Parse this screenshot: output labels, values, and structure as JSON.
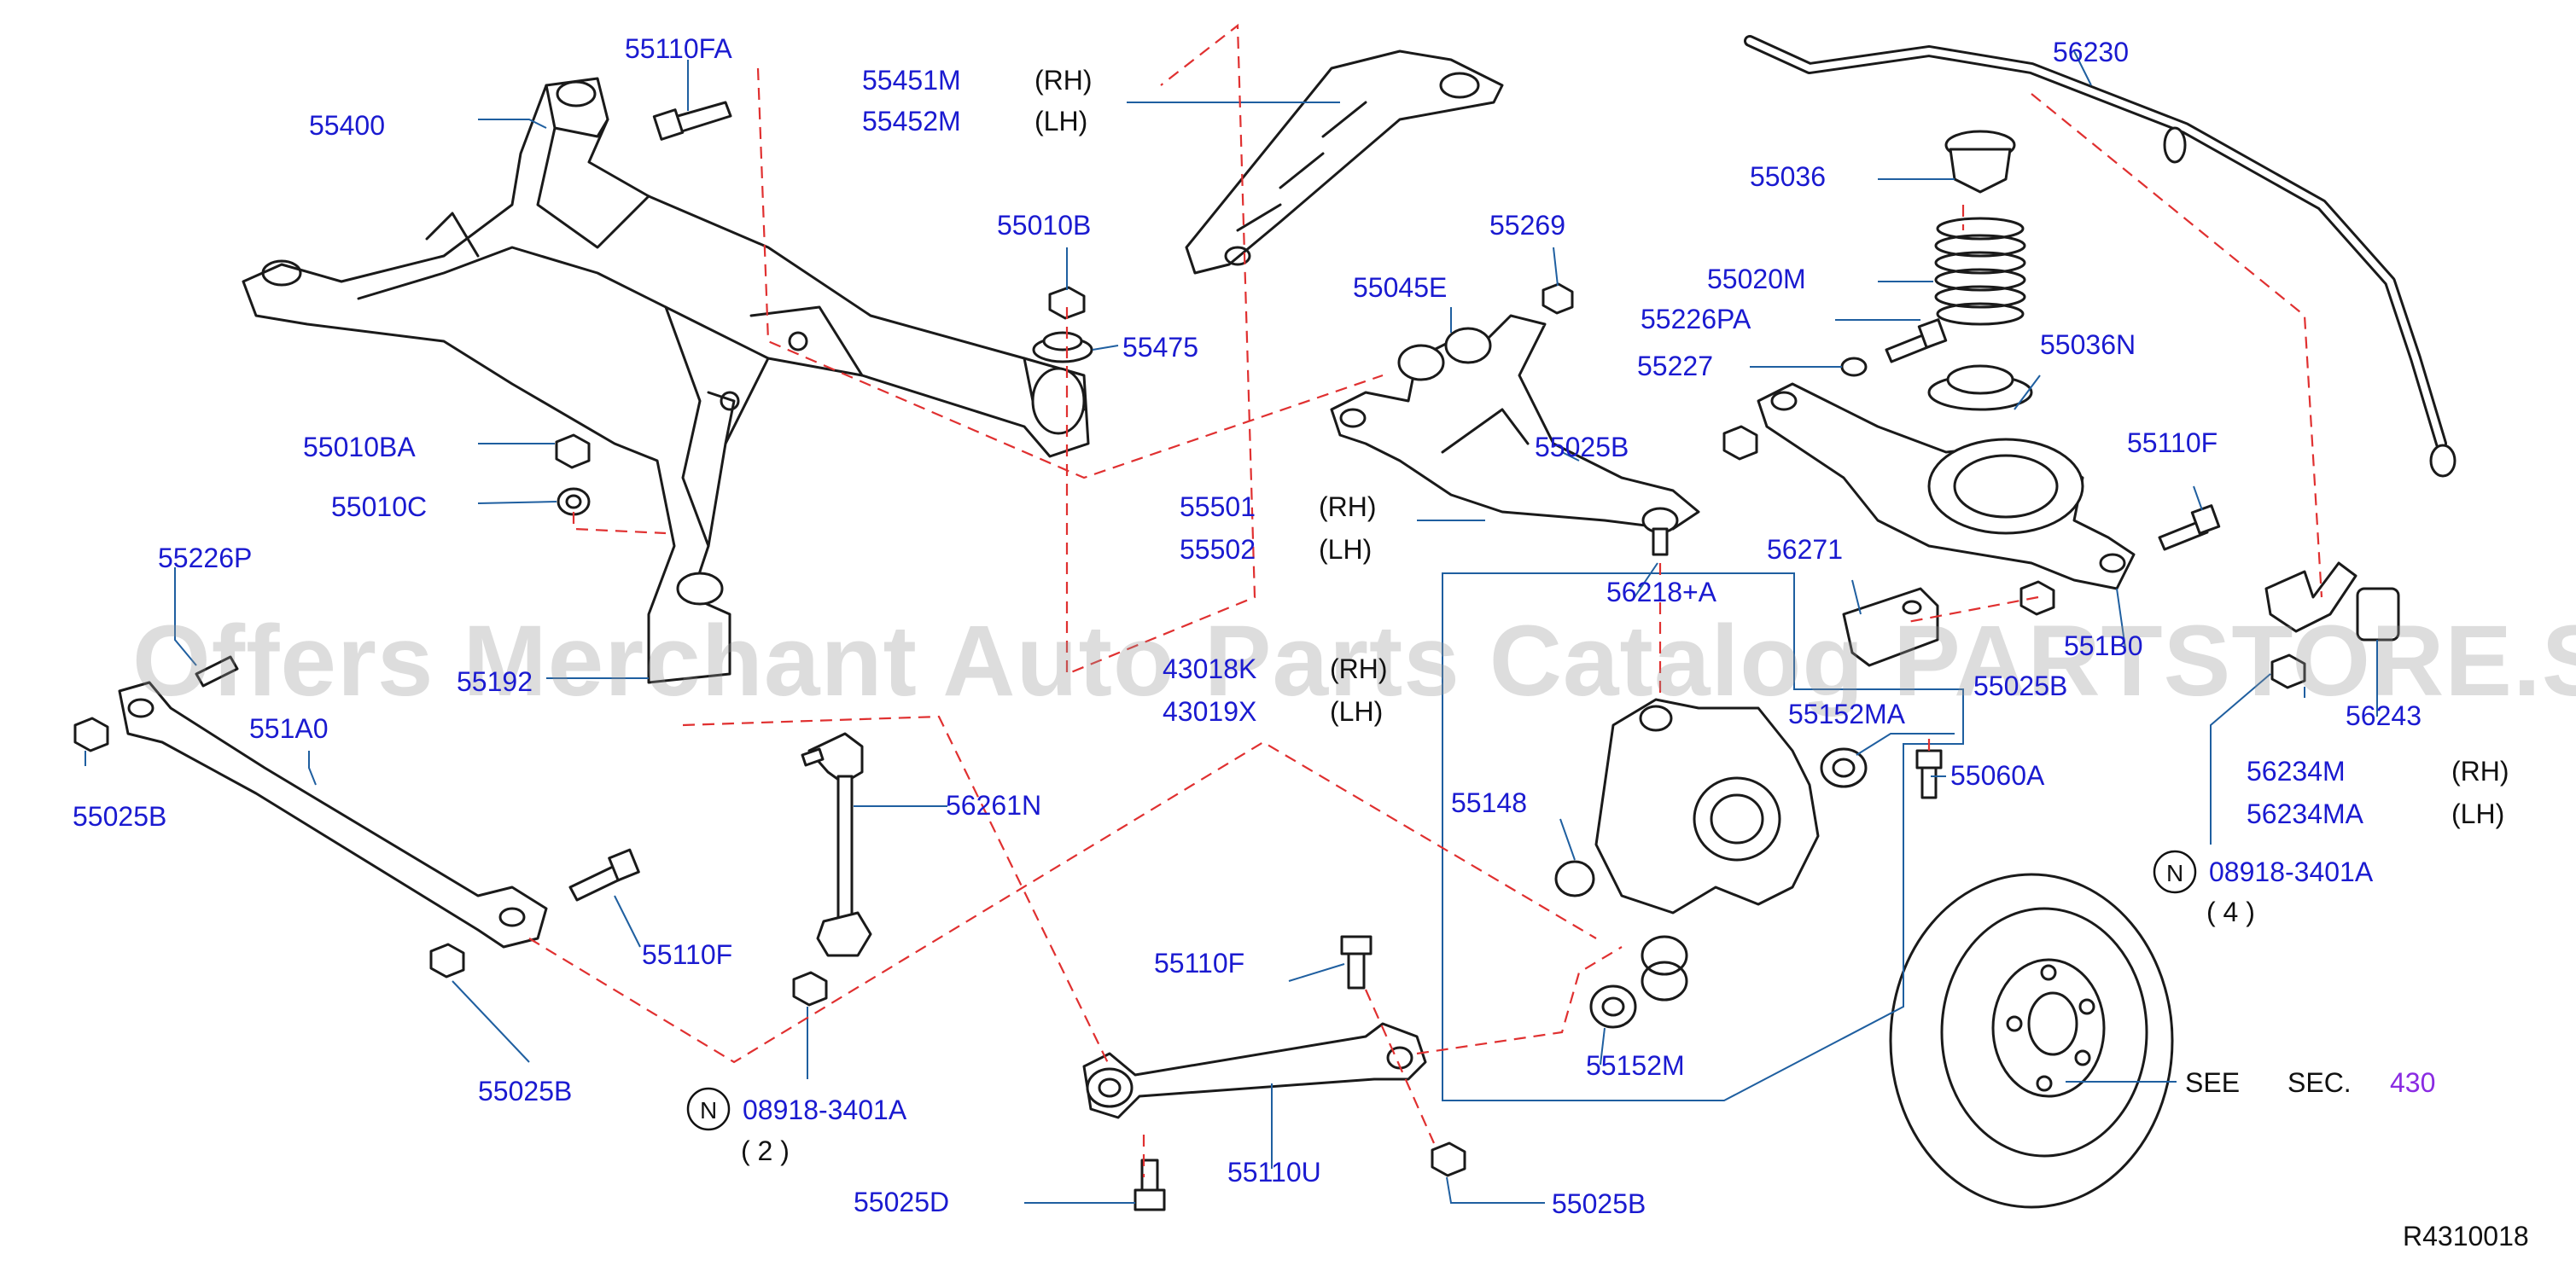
{
  "watermark": "Offers Merchant Auto Parts Catalog PARTSTORE.SA",
  "drawing_number": "R4310018",
  "see_section": {
    "prefix": "SEE",
    "sec": "SEC.",
    "number": "430"
  },
  "circle_symbol": "N",
  "labels": {
    "p55110FA": "55110FA",
    "p55400": "55400",
    "p55451M": "55451M",
    "p55452M": "55452M",
    "rh": "(RH)",
    "lh": "(LH)",
    "p55010B": "55010B",
    "p55475": "55475",
    "p55010BA": "55010BA",
    "p55010C": "55010C",
    "p55226P": "55226P",
    "p55192": "55192",
    "p551A0": "551A0",
    "p55025B_left": "55025B",
    "p55110F_left": "55110F",
    "p55025B_bottom": "55025B",
    "p56261N": "56261N",
    "p08918_left": "08918-3401A",
    "qty_left": "( 2 )",
    "p55269": "55269",
    "p55045E": "55045E",
    "p55025B_mid": "55025B",
    "p55501": "55501",
    "p55502": "55502",
    "p43018K": "43018K",
    "p43019X": "43019X",
    "p56218A": "56218+A",
    "p56271": "56271",
    "p55025B_right": "55025B",
    "p55152MA": "55152MA",
    "p55148": "55148",
    "p55060A": "55060A",
    "p55152M": "55152M",
    "p55110F_bottom": "55110F",
    "p55110U": "55110U",
    "p55025D": "55025D",
    "p55025B_lowright": "55025B",
    "p56230": "56230",
    "p55036": "55036",
    "p55020M": "55020M",
    "p55226PA": "55226PA",
    "p55227": "55227",
    "p55036N": "55036N",
    "p55110F_right": "55110F",
    "p551B0": "551B0",
    "p56243": "56243",
    "p56234M": "56234M",
    "p56234MA": "56234MA",
    "p08918_right": "08918-3401A",
    "qty_right": "( 4 )"
  }
}
